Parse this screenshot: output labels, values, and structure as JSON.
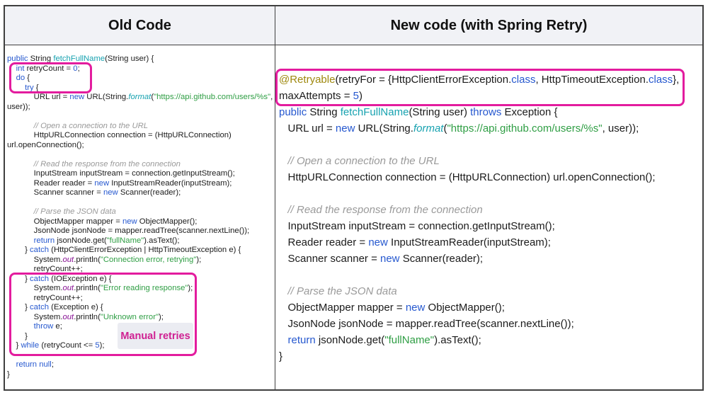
{
  "colors": {
    "accent-pink": "#e31c9e",
    "badge-text": "#cf2092",
    "keyword": "#2658cf",
    "method": "#17a2b0",
    "string": "#2f9e44",
    "comment": "#9a9a9a",
    "static-field": "#871094",
    "annotation": "#9e880d",
    "code-text": "#1b1b1b",
    "header-bg": "#f1f2f6",
    "border": "#3f3f3f"
  },
  "header": {
    "old_title": "Old Code",
    "new_title": "New code (with Spring Retry)"
  },
  "labels": {
    "manual_retries": "Manual retries"
  },
  "old_code": {
    "lines": [
      [
        [
          "k",
          "public"
        ],
        [
          "p",
          " String "
        ],
        [
          "m",
          "fetchFullName"
        ],
        [
          "p",
          "(String user) {"
        ]
      ],
      [
        [
          "p",
          "    "
        ],
        [
          "k",
          "int"
        ],
        [
          "p",
          " retryCount = "
        ],
        [
          "k",
          "0"
        ],
        [
          "p",
          ";"
        ]
      ],
      [
        [
          "p",
          "    "
        ],
        [
          "k",
          "do"
        ],
        [
          "p",
          " {"
        ]
      ],
      [
        [
          "p",
          "        "
        ],
        [
          "k",
          "try"
        ],
        [
          "p",
          " {"
        ]
      ],
      [
        [
          "p",
          "            URL url = "
        ],
        [
          "k",
          "new"
        ],
        [
          "p",
          " URL(String."
        ],
        [
          "mi",
          "format"
        ],
        [
          "p",
          "("
        ],
        [
          "s",
          "\"https://api.github.com/users/%s\""
        ],
        [
          "p",
          ","
        ]
      ],
      [
        [
          "p",
          "user));"
        ]
      ],
      [],
      [
        [
          "c",
          "            // Open a connection to the URL"
        ]
      ],
      [
        [
          "p",
          "            HttpURLConnection connection = (HttpURLConnection)"
        ]
      ],
      [
        [
          "p",
          "url.openConnection();"
        ]
      ],
      [],
      [
        [
          "c",
          "            // Read the response from the connection"
        ]
      ],
      [
        [
          "p",
          "            InputStream inputStream = connection.getInputStream();"
        ]
      ],
      [
        [
          "p",
          "            Reader reader = "
        ],
        [
          "k",
          "new"
        ],
        [
          "p",
          " InputStreamReader(inputStream);"
        ]
      ],
      [
        [
          "p",
          "            Scanner scanner = "
        ],
        [
          "k",
          "new"
        ],
        [
          "p",
          " Scanner(reader);"
        ]
      ],
      [],
      [
        [
          "c",
          "            // Parse the JSON data"
        ]
      ],
      [
        [
          "p",
          "            ObjectMapper mapper = "
        ],
        [
          "k",
          "new"
        ],
        [
          "p",
          " ObjectMapper();"
        ]
      ],
      [
        [
          "p",
          "            JsonNode jsonNode = mapper.readTree(scanner.nextLine());"
        ]
      ],
      [
        [
          "p",
          "            "
        ],
        [
          "k",
          "return"
        ],
        [
          "p",
          " jsonNode.get("
        ],
        [
          "s",
          "\"fullName\""
        ],
        [
          "p",
          ").asText();"
        ]
      ],
      [
        [
          "p",
          "        } "
        ],
        [
          "k",
          "catch"
        ],
        [
          "p",
          " (HttpClientErrorException | HttpTimeoutException e) {"
        ]
      ],
      [
        [
          "p",
          "            System."
        ],
        [
          "st",
          "out"
        ],
        [
          "p",
          ".println("
        ],
        [
          "s",
          "\"Connection error, retrying\""
        ],
        [
          "p",
          ");"
        ]
      ],
      [
        [
          "p",
          "            retryCount++;"
        ]
      ],
      [
        [
          "p",
          "        } "
        ],
        [
          "k",
          "catch"
        ],
        [
          "p",
          " (IOException e) {"
        ]
      ],
      [
        [
          "p",
          "            System."
        ],
        [
          "st",
          "out"
        ],
        [
          "p",
          ".println("
        ],
        [
          "s",
          "\"Error reading response\""
        ],
        [
          "p",
          ");"
        ]
      ],
      [
        [
          "p",
          "            retryCount++;"
        ]
      ],
      [
        [
          "p",
          "        } "
        ],
        [
          "k",
          "catch"
        ],
        [
          "p",
          " (Exception e) {"
        ]
      ],
      [
        [
          "p",
          "            System."
        ],
        [
          "st",
          "out"
        ],
        [
          "p",
          ".println("
        ],
        [
          "s",
          "\"Unknown error\""
        ],
        [
          "p",
          ");"
        ]
      ],
      [
        [
          "p",
          "            "
        ],
        [
          "k",
          "throw"
        ],
        [
          "p",
          " e;"
        ]
      ],
      [
        [
          "p",
          "        }"
        ]
      ],
      [
        [
          "p",
          "    } "
        ],
        [
          "k",
          "while"
        ],
        [
          "p",
          " (retryCount <= "
        ],
        [
          "k",
          "5"
        ],
        [
          "p",
          ");"
        ]
      ],
      [],
      [
        [
          "p",
          "    "
        ],
        [
          "k",
          "return"
        ],
        [
          "p",
          " "
        ],
        [
          "k",
          "null"
        ],
        [
          "p",
          ";"
        ]
      ],
      [
        [
          "p",
          "}"
        ]
      ]
    ]
  },
  "new_code": {
    "lines": [
      [
        [
          "a",
          "@Retryable"
        ],
        [
          "p",
          "(retryFor = {HttpClientErrorException."
        ],
        [
          "k",
          "class"
        ],
        [
          "p",
          ", HttpTimeoutException."
        ],
        [
          "k",
          "class"
        ],
        [
          "p",
          "},"
        ]
      ],
      [
        [
          "p",
          "maxAttempts = "
        ],
        [
          "k",
          "5"
        ],
        [
          "p",
          ")"
        ]
      ],
      [
        [
          "k",
          "public"
        ],
        [
          "p",
          " String "
        ],
        [
          "m",
          "fetchFullName"
        ],
        [
          "p",
          "(String user) "
        ],
        [
          "k",
          "throws"
        ],
        [
          "p",
          " Exception {"
        ]
      ],
      [
        [
          "p",
          "   URL url = "
        ],
        [
          "k",
          "new"
        ],
        [
          "p",
          " URL(String."
        ],
        [
          "mi",
          "format"
        ],
        [
          "p",
          "("
        ],
        [
          "s",
          "\"https://api.github.com/users/%s\""
        ],
        [
          "p",
          ", user));"
        ]
      ],
      [],
      [
        [
          "c",
          "   // Open a connection to the URL"
        ]
      ],
      [
        [
          "p",
          "   HttpURLConnection connection = (HttpURLConnection) url.openConnection();"
        ]
      ],
      [],
      [
        [
          "c",
          "   // Read the response from the connection"
        ]
      ],
      [
        [
          "p",
          "   InputStream inputStream = connection.getInputStream();"
        ]
      ],
      [
        [
          "p",
          "   Reader reader = "
        ],
        [
          "k",
          "new"
        ],
        [
          "p",
          " InputStreamReader(inputStream);"
        ]
      ],
      [
        [
          "p",
          "   Scanner scanner = "
        ],
        [
          "k",
          "new"
        ],
        [
          "p",
          " Scanner(reader);"
        ]
      ],
      [],
      [
        [
          "c",
          "   // Parse the JSON data"
        ]
      ],
      [
        [
          "p",
          "   ObjectMapper mapper = "
        ],
        [
          "k",
          "new"
        ],
        [
          "p",
          " ObjectMapper();"
        ]
      ],
      [
        [
          "p",
          "   JsonNode jsonNode = mapper.readTree(scanner.nextLine());"
        ]
      ],
      [
        [
          "p",
          "   "
        ],
        [
          "k",
          "return"
        ],
        [
          "p",
          " jsonNode.get("
        ],
        [
          "s",
          "\"fullName\""
        ],
        [
          "p",
          ").asText();"
        ]
      ],
      [
        [
          "p",
          "}"
        ]
      ]
    ]
  }
}
